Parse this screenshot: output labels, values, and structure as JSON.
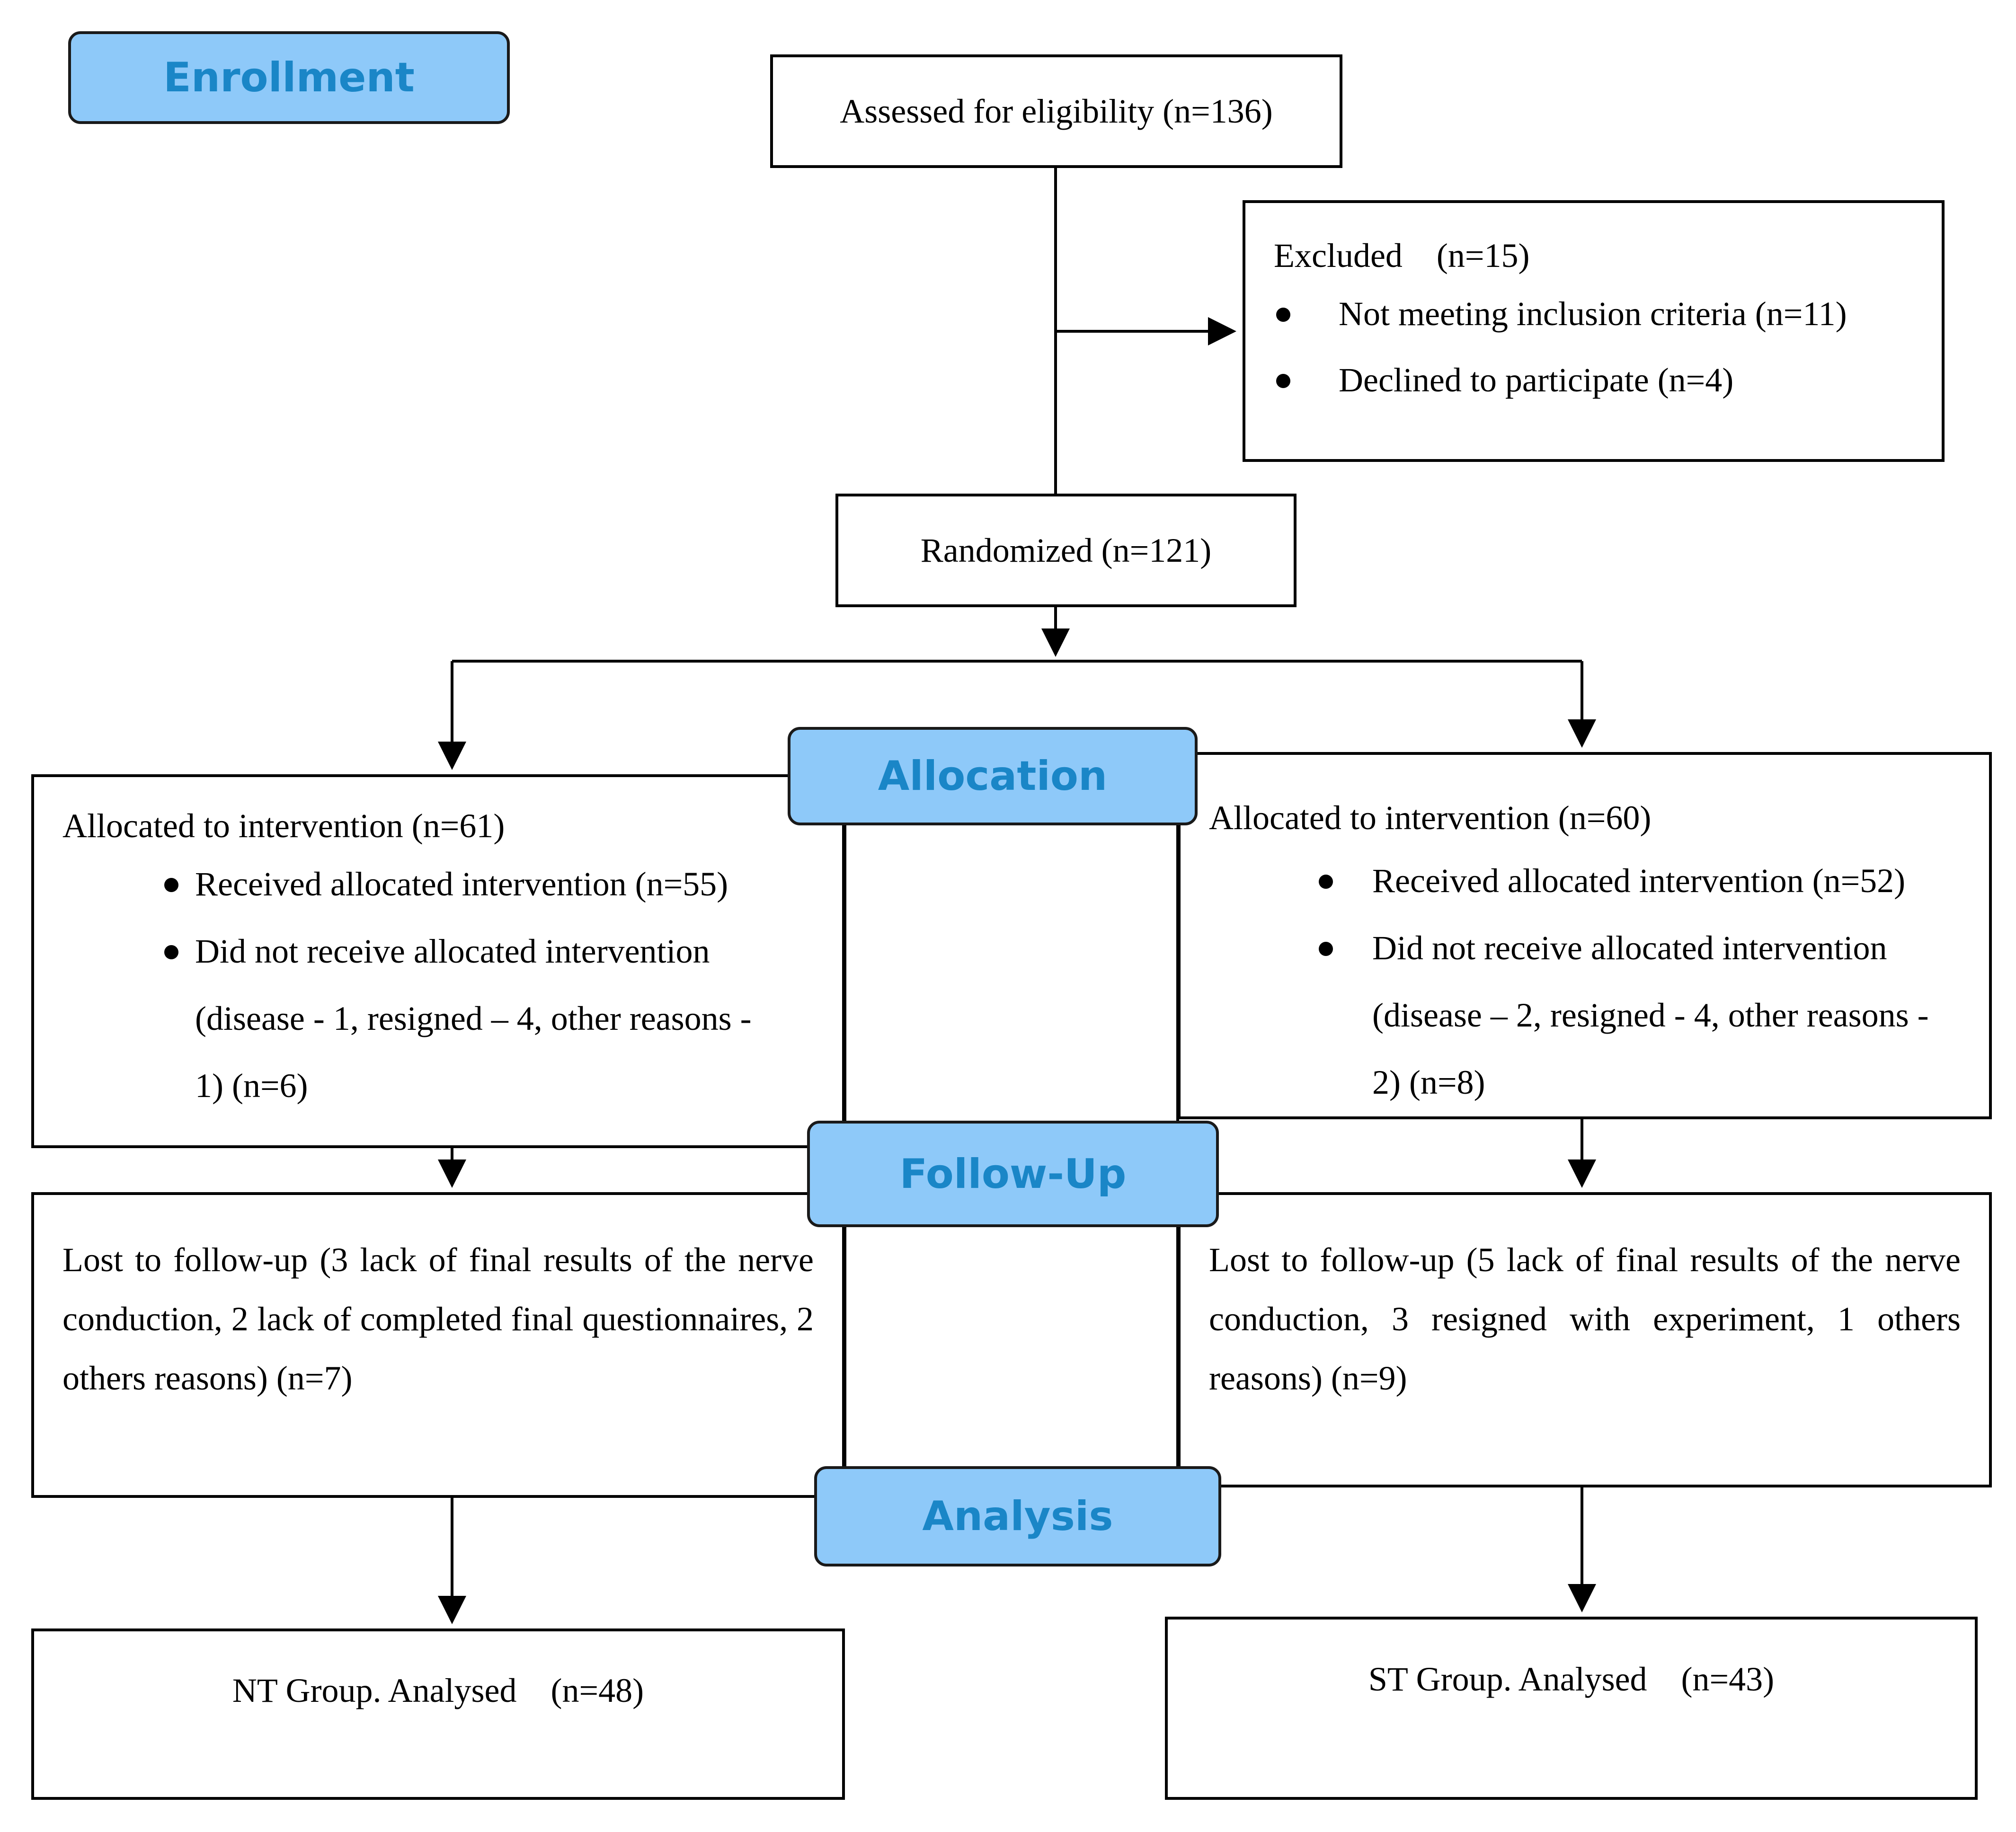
{
  "stages": {
    "enrollment": "Enrollment",
    "allocation": "Allocation",
    "follow_up": "Follow-Up",
    "analysis": "Analysis"
  },
  "enrollment": {
    "assessed": "Assessed for eligibility (n=136)",
    "excluded_title": "Excluded",
    "excluded_count": "(n=15)",
    "excluded_reasons": [
      "Not meeting inclusion criteria (n=11)",
      "Declined to participate (n=4)"
    ],
    "randomized": "Randomized (n=121)"
  },
  "allocation": {
    "left": {
      "title": "Allocated to intervention (n=61)",
      "items": [
        "Received allocated intervention (n=55)",
        "Did not receive allocated intervention",
        "(disease - 1, resigned – 4, other reasons -",
        "1) (n=6)"
      ]
    },
    "right": {
      "title": "Allocated to intervention (n=60)",
      "items": [
        "Received allocated intervention (n=52)",
        "Did not receive allocated intervention",
        "(disease – 2, resigned - 4, other reasons -",
        "2) (n=8)"
      ]
    }
  },
  "follow_up": {
    "left": "Lost to follow-up (3 lack of final results of the nerve conduction, 2 lack of completed final questionnaires, 2 others reasons) (n=7)",
    "right": "Lost to follow-up (5 lack of final results of the nerve conduction, 3 resigned with experiment, 1 others reasons) (n=9)"
  },
  "analysis": {
    "left_label": "NT Group. Analysed",
    "left_count": "(n=48)",
    "right_label": "ST Group. Analysed",
    "right_count": "(n=43)"
  },
  "colors": {
    "stage_fill": "#8ec9f9",
    "stage_text": "#1a86c7",
    "line": "#000000"
  }
}
